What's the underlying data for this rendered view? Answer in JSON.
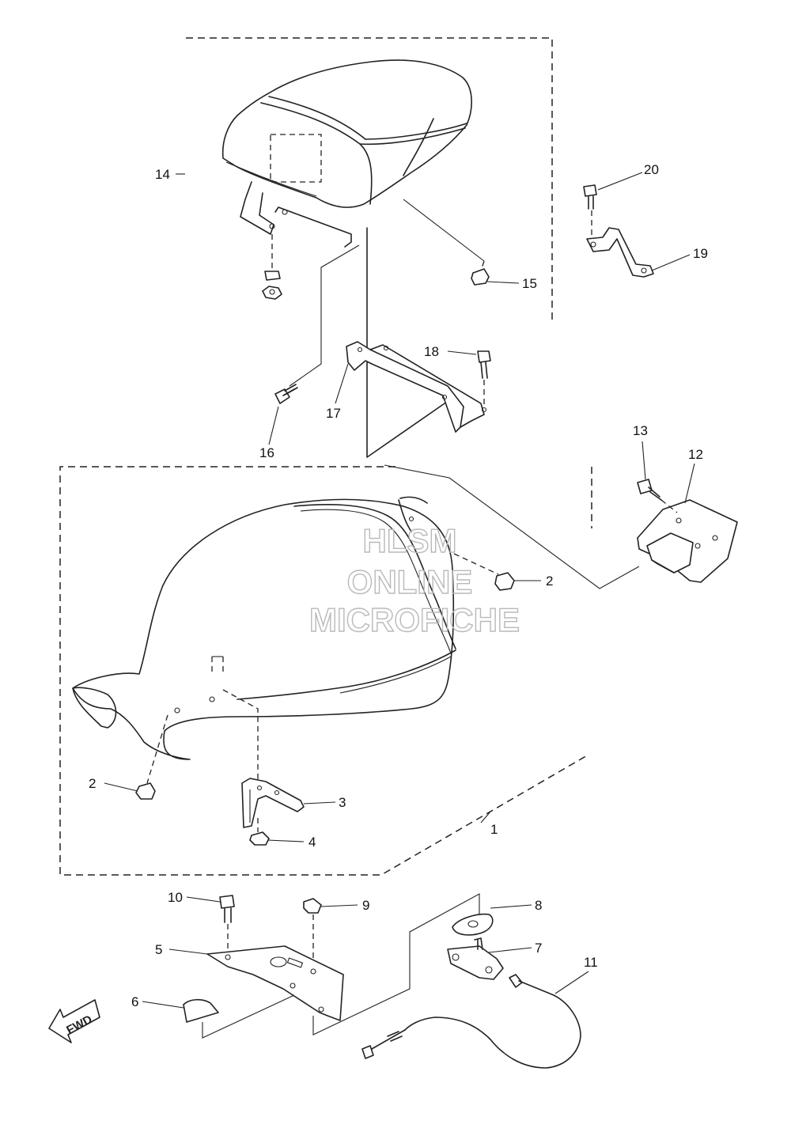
{
  "watermark": {
    "line1": "HLSM",
    "line2": "ONLINE",
    "line3": "MICROFICHE"
  },
  "direction_label": "FWD",
  "callouts": {
    "c1": "1",
    "c2a": "2",
    "c2b": "2",
    "c3": "3",
    "c4": "4",
    "c5": "5",
    "c6": "6",
    "c7": "7",
    "c8": "8",
    "c9": "9",
    "c10": "10",
    "c11": "11",
    "c12": "12",
    "c13": "13",
    "c14": "14",
    "c15": "15",
    "c16": "16",
    "c17": "17",
    "c18": "18",
    "c19": "19",
    "c20": "20"
  }
}
